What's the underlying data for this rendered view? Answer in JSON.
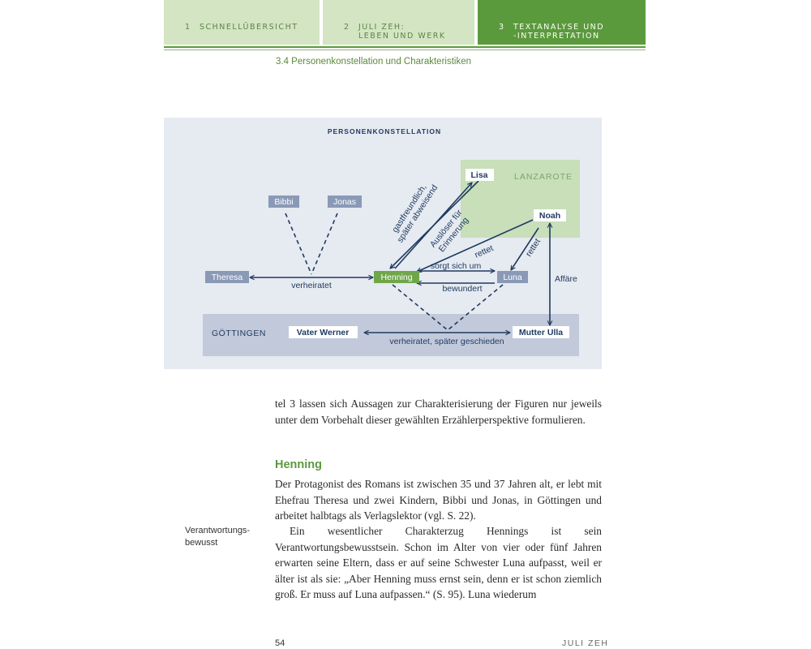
{
  "header": {
    "tabs": [
      {
        "number": "1",
        "label_lines": [
          "SCHNELLÜBERSICHT"
        ]
      },
      {
        "number": "2",
        "label_lines": [
          "JULI ZEH:",
          "LEBEN UND WERK"
        ]
      },
      {
        "number": "3",
        "label_lines": [
          "TEXTANALYSE UND",
          "-INTERPRETATION"
        ]
      }
    ],
    "section": "3.4   Personenkonstellation und Charakteristiken"
  },
  "figure": {
    "title": "PERSONENKONSTELLATION",
    "regions": {
      "lanzarote": "LANZAROTE",
      "goettingen": "GÖTTINGEN"
    },
    "characters": {
      "bibbi": "Bibbi",
      "jonas": "Jonas",
      "theresa": "Theresa",
      "henning": "Henning",
      "luna": "Luna",
      "lisa": "Lisa",
      "noah": "Noah",
      "vater": "Vater Werner",
      "mutter": "Mutter Ulla"
    },
    "relations": {
      "verheiratet": "verheiratet",
      "sorgt": "sorgt sich um",
      "bewundert": "bewundert",
      "affaere": "Affäre",
      "geschieden": "verheiratet, später geschieden",
      "rettet1": "rettet",
      "rettet2": "rettet",
      "gast_line1": "gastfreundlich,",
      "gast_line2": "später abweisend",
      "ausl_line1": "Auslöser für",
      "ausl_line2": "Erinnerung"
    }
  },
  "body": {
    "p1": "tel 3 lassen sich Aussagen zur Charakterisierung der Figuren nur jeweils unter dem Vorbehalt dieser gewählten Erzählerperspektive formulieren.",
    "heading": "Henning",
    "p2": "Der Protagonist des Romans ist zwischen 35 und 37 Jahren alt, er lebt mit Ehefrau Theresa und zwei Kindern, Bibbi und Jonas, in Göttingen und arbeitet halbtags als Verlagslektor (vgl. S. 22).",
    "p3": "Ein wesentlicher Charakterzug Hennings ist sein Verantwortungsbewusstsein. Schon im Alter von vier oder fünf Jahren erwarten seine Eltern, dass er auf seine Schwester Luna aufpasst, weil er älter ist als sie: „Aber Henning muss ernst sein, denn er ist schon ziemlich groß. Er muss auf Luna aufpassen.“ (S. 95). Luna wiederum",
    "margin_note_lines": [
      "Verantwortungs-",
      "bewusst"
    ]
  },
  "footer": {
    "page_number": "54",
    "author": "JULI ZEH"
  },
  "colors": {
    "green_dark": "#5b9a3c",
    "green_light": "#d3e5c3",
    "figure_bg": "#e6eaf1",
    "navy": "#1e3a5f",
    "tag_blue": "#8a99b6"
  }
}
